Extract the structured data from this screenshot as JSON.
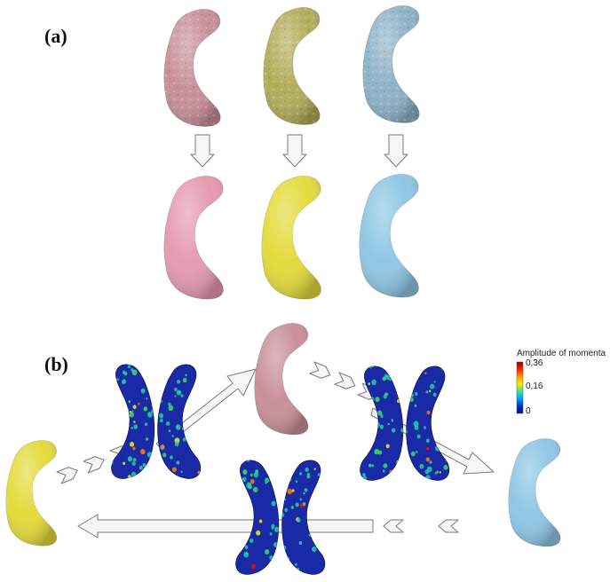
{
  "panels": {
    "a": {
      "label": "(a)"
    },
    "b": {
      "label": "(b)"
    }
  },
  "colorbar": {
    "title": "Amplitude of momenta",
    "ticks": [
      "0,36",
      "0,16",
      "0"
    ],
    "gradient": [
      "#8b0000",
      "#ff2000",
      "#ffa000",
      "#f0f000",
      "#40e0a0",
      "#00a0ff",
      "#0030c0",
      "#10108a"
    ]
  },
  "colors": {
    "pink_original": "#c9909a",
    "olive_original": "#b3ad5a",
    "blue_original": "#8fb3c8",
    "pink_smooth": "#e59bb0",
    "yellow_smooth": "#e3db3c",
    "blue_smooth": "#8fc7e4",
    "momenta_base": "#1a2aa6",
    "arrow_fill": "#f6f6f6",
    "arrow_stroke": "#7a7a7a"
  }
}
